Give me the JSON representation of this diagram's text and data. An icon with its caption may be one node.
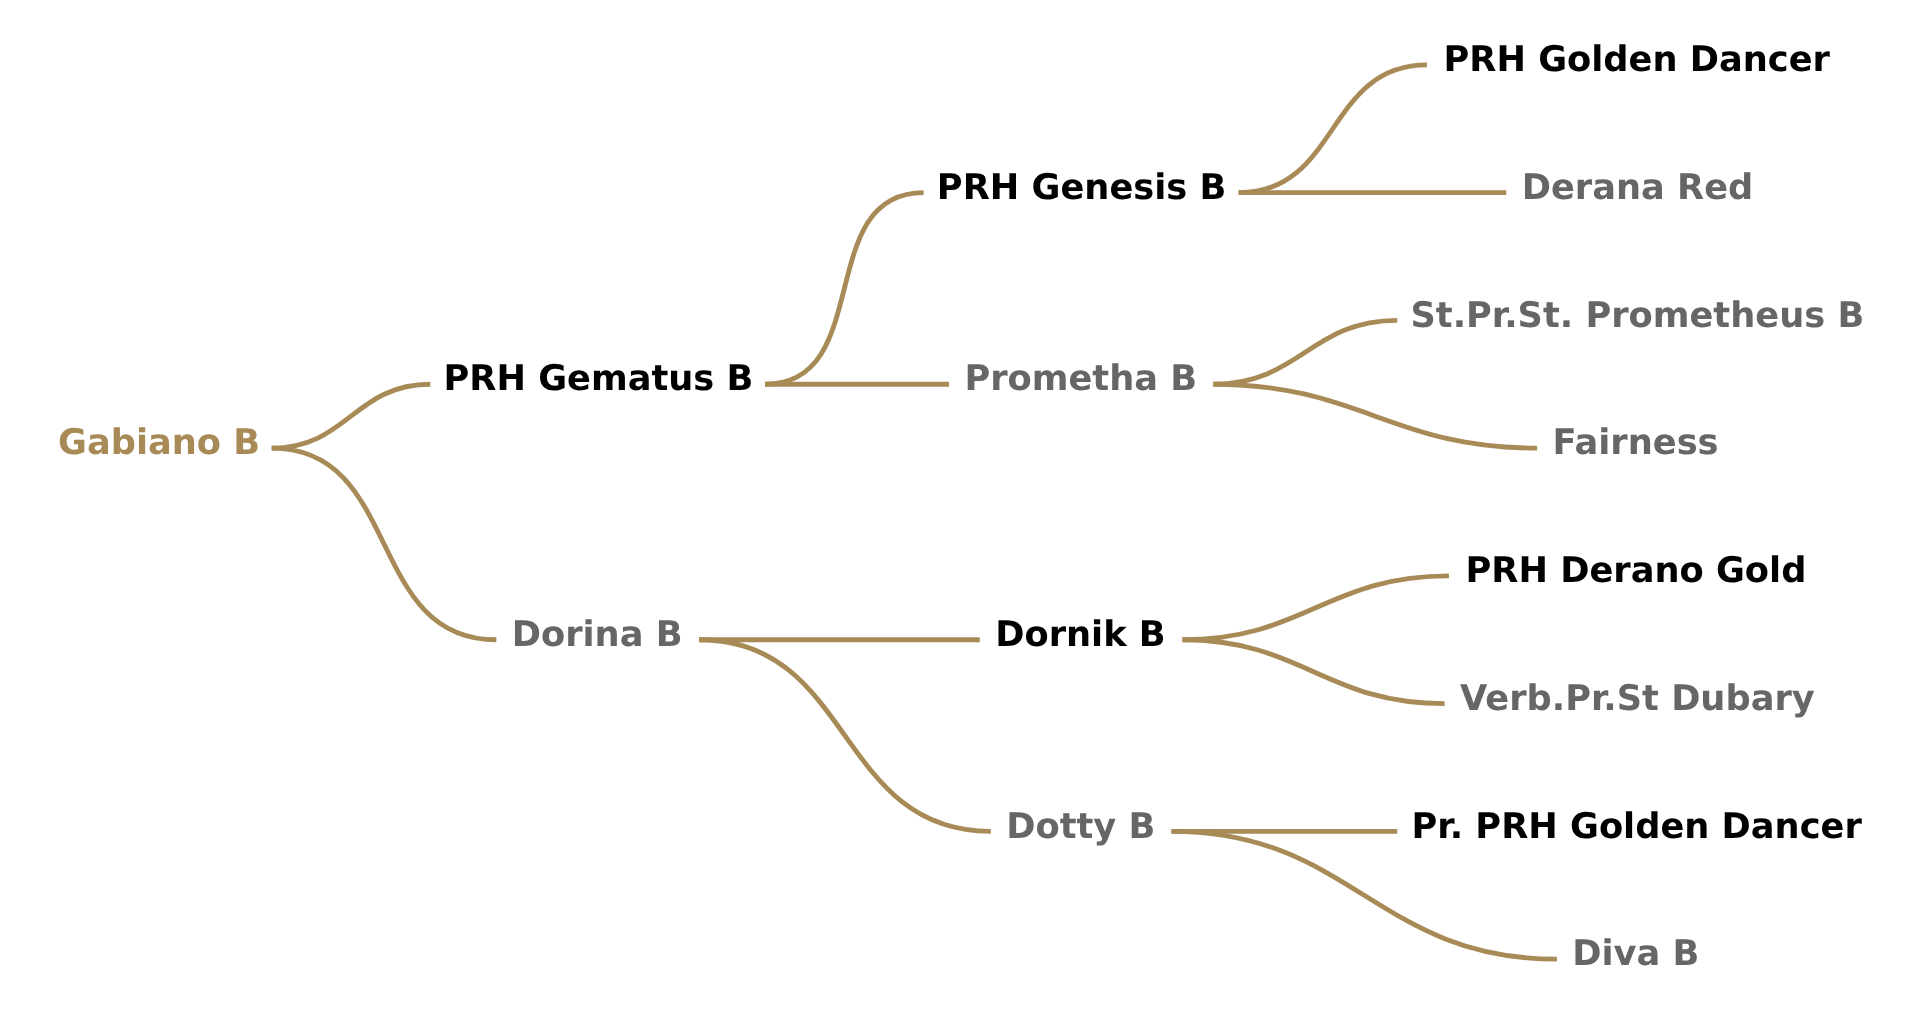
{
  "diagram": {
    "nodes": [
      {
        "text": [
          "Gabiano B"
        ]
      },
      {
        "text": [
          "PRH Gematus B"
        ]
      },
      {
        "text": [
          "Dorina B"
        ]
      },
      {
        "text": [
          "PRH Genesis B"
        ]
      },
      {
        "text": [
          "Prometha B"
        ]
      },
      {
        "text": [
          "Dornik B"
        ]
      },
      {
        "text": [
          "Dotty B"
        ]
      },
      {
        "text": [
          "PRH Golden Dancer"
        ]
      },
      {
        "text": [
          "Derana Red"
        ]
      },
      {
        "text": [
          "St.Pr.St. Prometheus B"
        ]
      },
      {
        "text": [
          "Fairness"
        ]
      },
      {
        "text": [
          "PRH Derano Gold"
        ]
      },
      {
        "text": [
          "Verb.Pr.St Dubary"
        ]
      },
      {
        "text": [
          "Pr. PRH Golden Dancer"
        ]
      },
      {
        "text": [
          "Diva B"
        ]
      }
    ],
    "edges": [
      {
        "from": 0,
        "to": 1,
        "arrow": "none"
      },
      {
        "from": 0,
        "to": 2,
        "arrow": "none"
      },
      {
        "from": 1,
        "to": 3,
        "arrow": "none"
      },
      {
        "from": 1,
        "to": 4,
        "arrow": "none"
      },
      {
        "from": 2,
        "to": 5,
        "arrow": "none"
      },
      {
        "from": 2,
        "to": 6,
        "arrow": "none"
      },
      {
        "from": 3,
        "to": 7,
        "arrow": "none"
      },
      {
        "from": 3,
        "to": 8,
        "arrow": "none"
      },
      {
        "from": 4,
        "to": 9,
        "arrow": "none"
      },
      {
        "from": 4,
        "to": 10,
        "arrow": "none"
      },
      {
        "from": 5,
        "to": 11,
        "arrow": "none"
      },
      {
        "from": 5,
        "to": 12,
        "arrow": "none"
      },
      {
        "from": 6,
        "to": 13,
        "arrow": "none"
      },
      {
        "from": 6,
        "to": 14,
        "arrow": "none"
      }
    ]
  }
}
